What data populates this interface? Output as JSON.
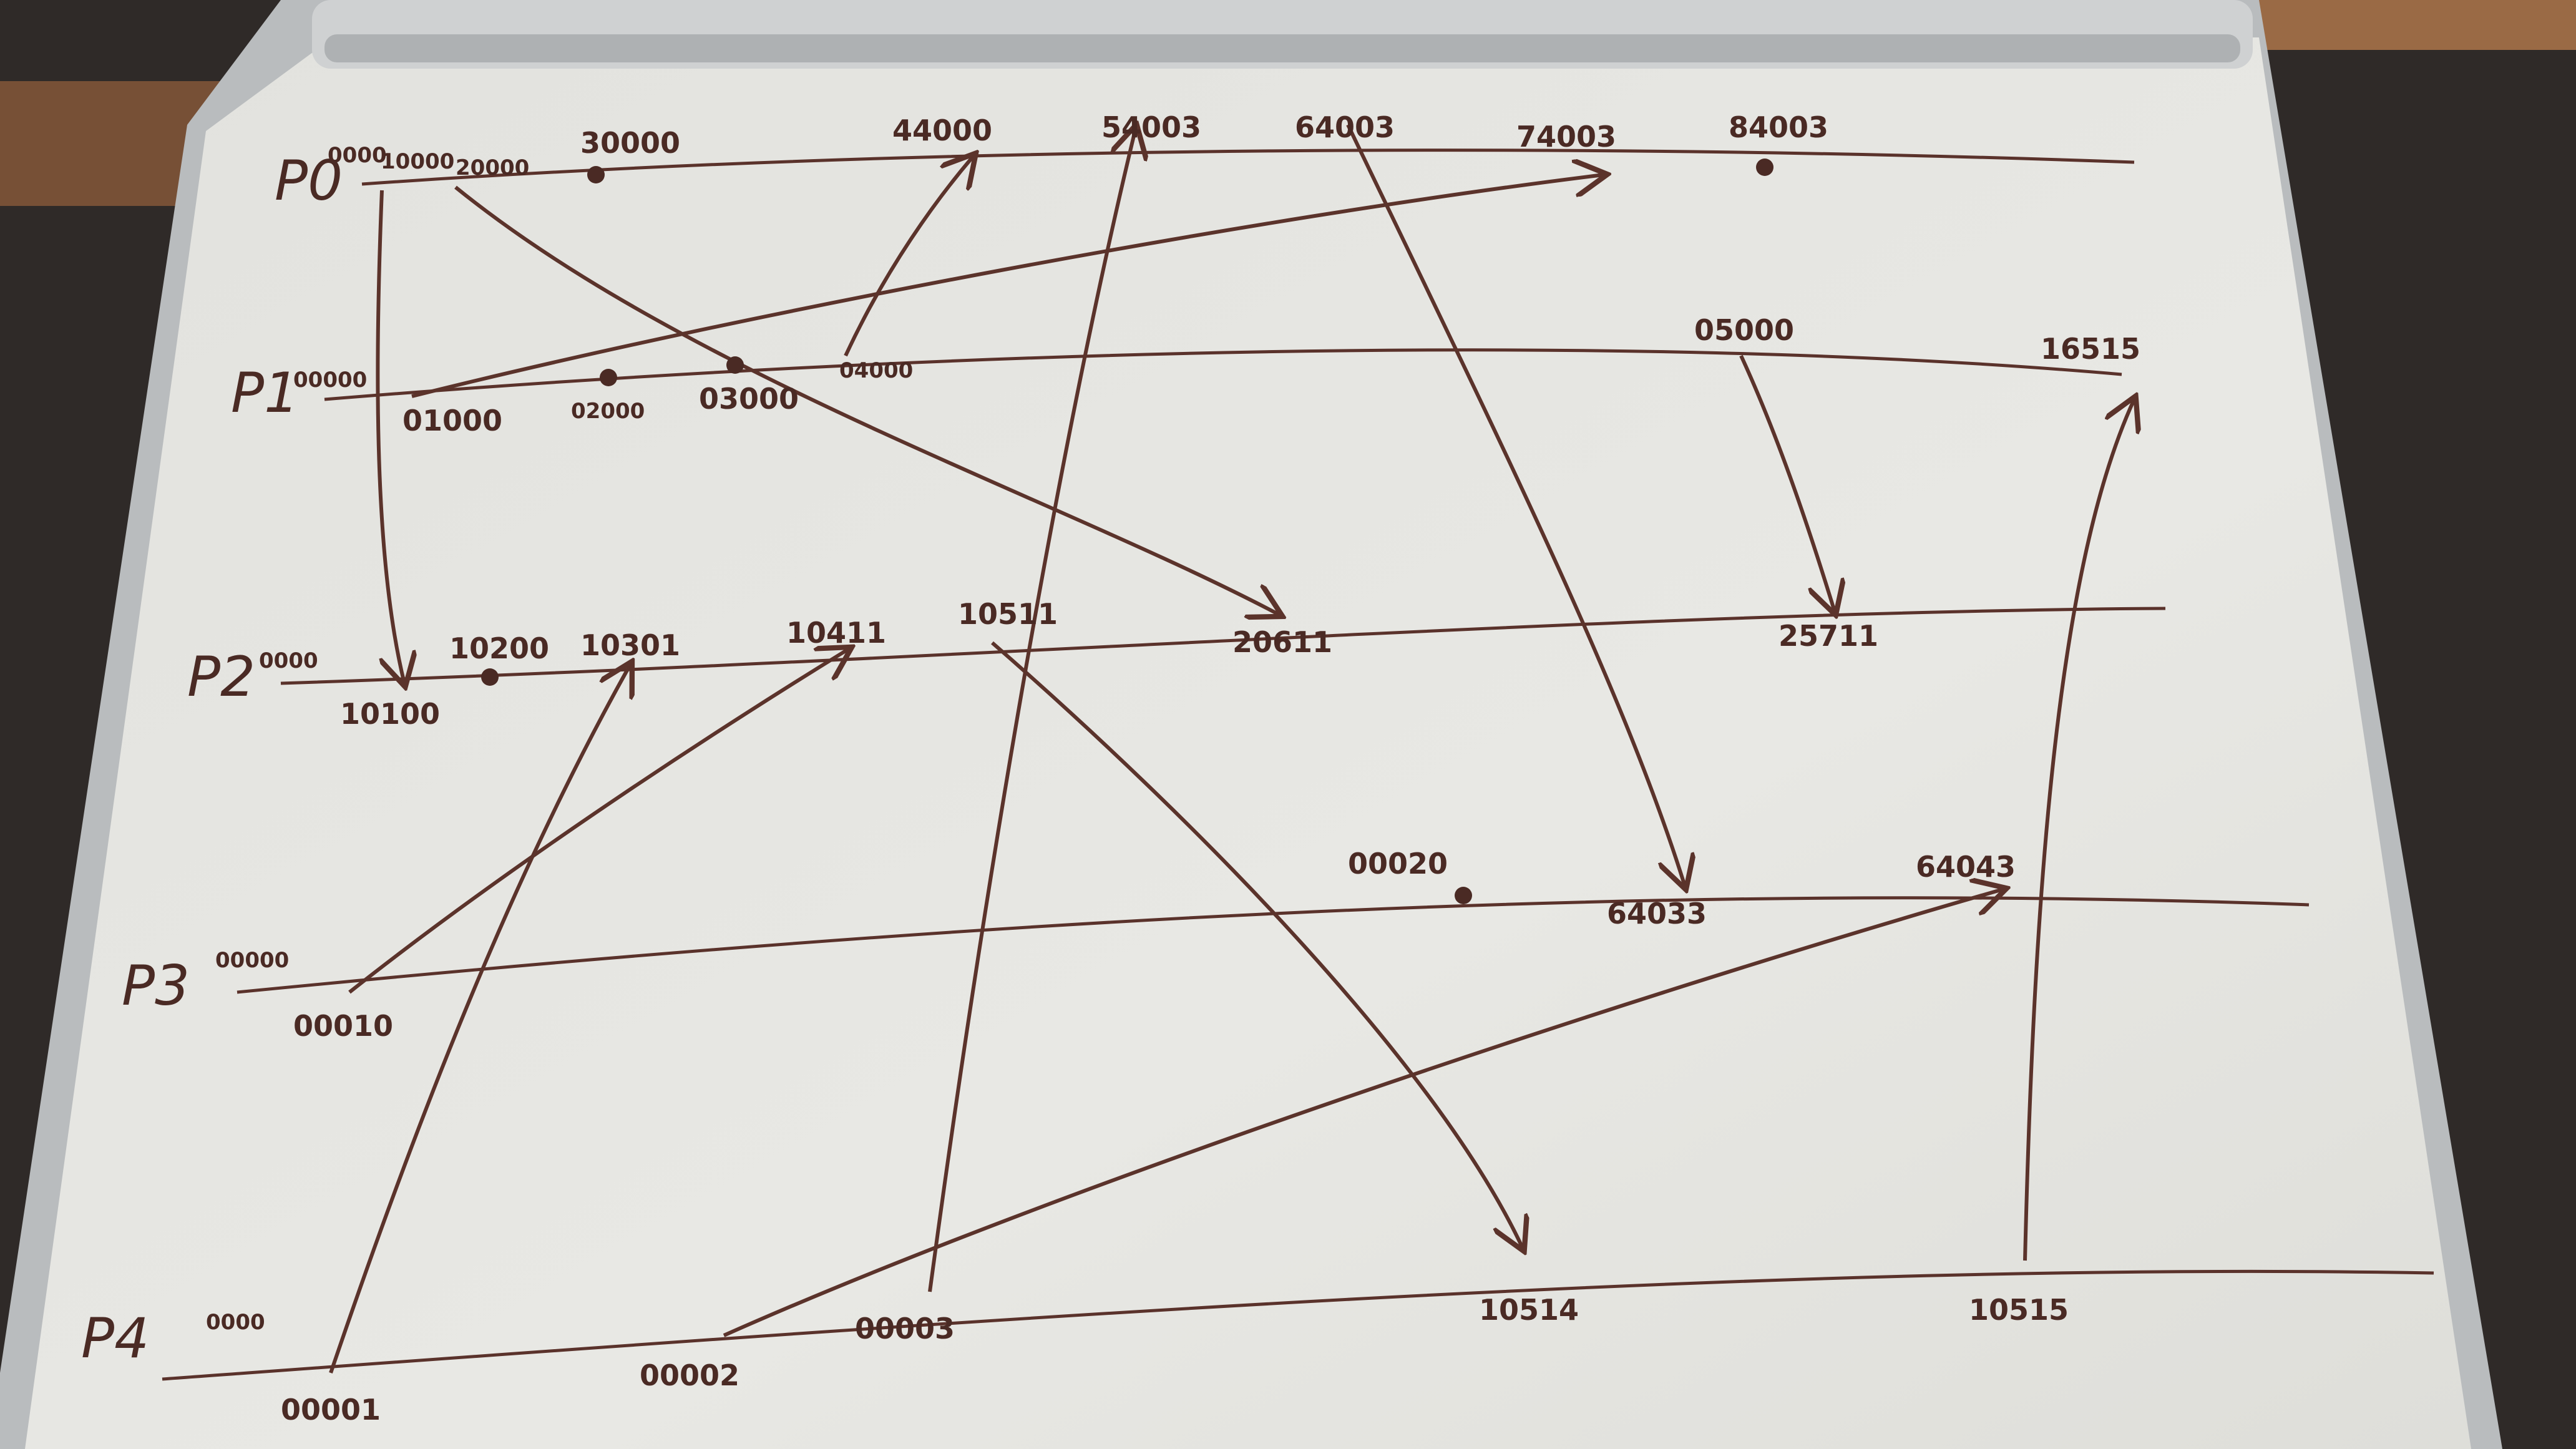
{
  "process_labels": [
    "P0",
    "P1",
    "P2",
    "P3",
    "P4"
  ],
  "initial_labels": [
    "0000",
    "00000",
    "0000",
    "00000",
    "0000"
  ],
  "p0": [
    "10000",
    "20000",
    "30000",
    "44000",
    "54003",
    "64003",
    "74003",
    "84003"
  ],
  "p1": [
    "01000",
    "02000",
    "03000",
    "04000",
    "05000",
    "16515"
  ],
  "p2": [
    "10100",
    "10200",
    "10301",
    "10411",
    "10511",
    "20611",
    "25711"
  ],
  "p3": [
    "00010",
    "00020",
    "64033",
    "64043"
  ],
  "p4": [
    "00001",
    "00002",
    "00003",
    "10514",
    "10515"
  ],
  "colors": {
    "ink": "#4a2a24",
    "board": "#e6e6e2",
    "frame": "#b9bcbe",
    "wall": "#3a3330"
  }
}
